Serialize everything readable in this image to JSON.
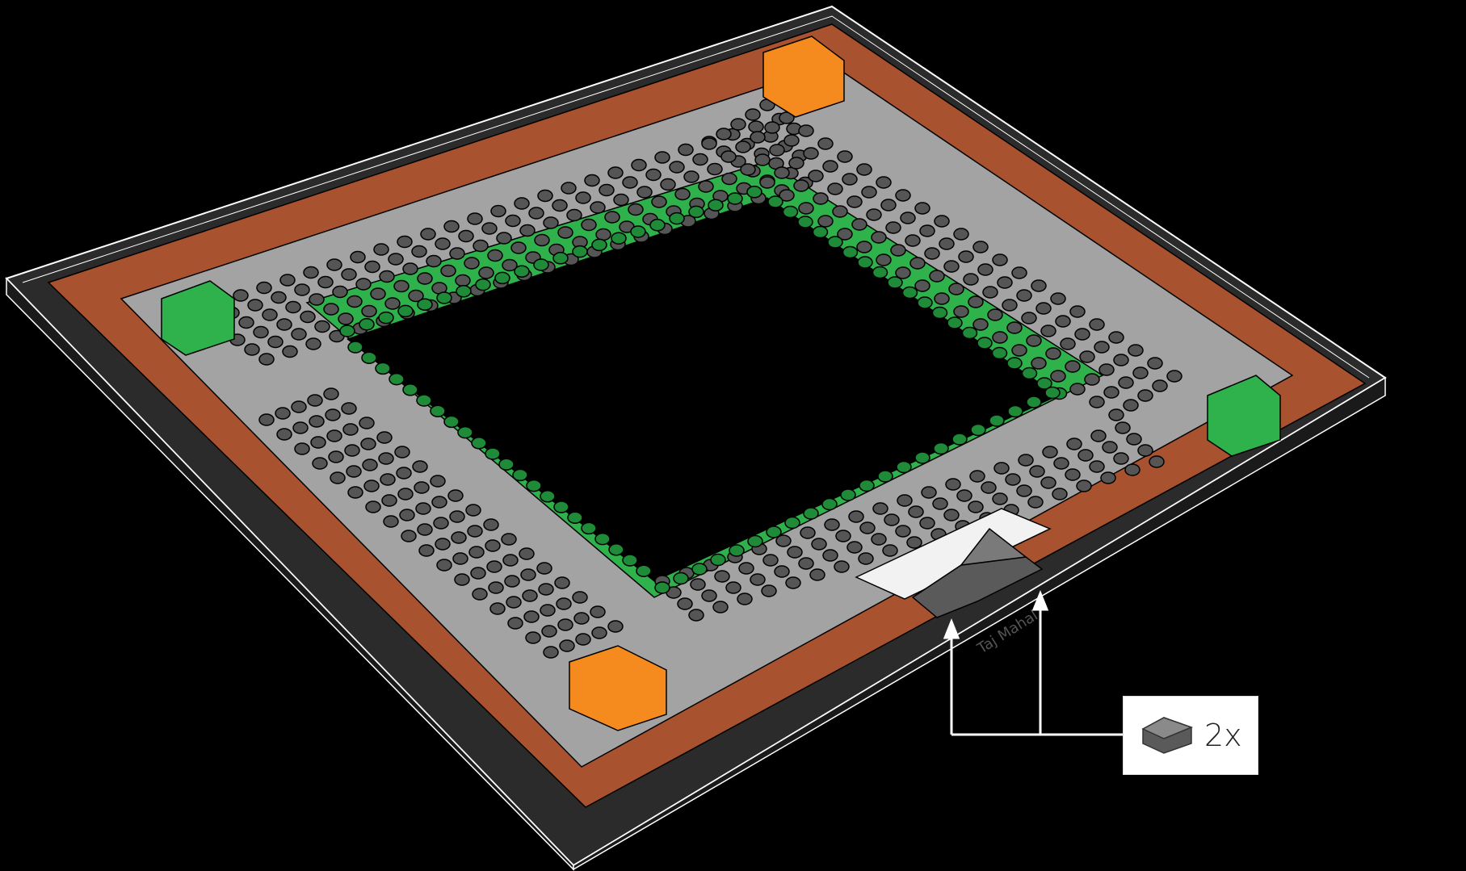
{
  "model": {
    "nameplate_text": "Taj Mahal"
  },
  "callout": {
    "part_name": "slope-brick",
    "quantity_label": "2x"
  },
  "colors": {
    "background": "#000000",
    "baseplate": "#2b2b2b",
    "baseplate_edge": "#ffffff",
    "brown_tile": "#a8522f",
    "gray_plate": "#a3a3a3",
    "green_plate": "#2fb24c",
    "orange_brick": "#f58a1f",
    "blue_plate": "#1e60c8",
    "white_plate": "#f2f2f2",
    "dark_slope": "#5a5a5a",
    "tan_round": "#d8c49a"
  }
}
